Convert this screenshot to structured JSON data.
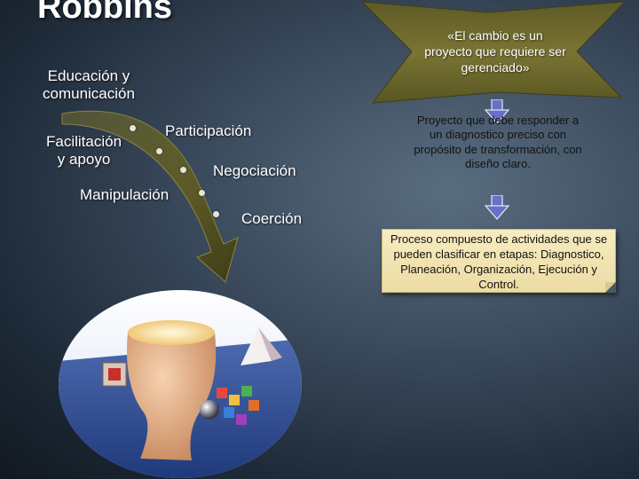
{
  "title": "Robbins",
  "strategies": {
    "education": "Educación y comunicación",
    "facilitation": "Facilitación y apoyo",
    "participation": "Participación",
    "negotiation": "Negociación",
    "manipulation": "Manipulación",
    "coercion": "Coerción"
  },
  "callout": {
    "quote": "«El cambio es un proyecto que requiere ser gerenciado»",
    "project_note": "Proyecto que debe responder a un diagnostico preciso con propósito de transformación, con diseño claro.",
    "process_note": "Proceso compuesto de actividades que se pueden clasificar en etapas: Diagnostico, Planeación, Organización, Ejecución y Control."
  },
  "colors": {
    "background": "#2f3e4f",
    "arrow": "#5c5a26",
    "badge": "#6f6a2e",
    "scroll": "#f2e4b2",
    "down_arrow": "#6a70c8"
  },
  "icons": {
    "curved_arrow": "curved-arrow-icon",
    "badge": "star-burst-badge-icon",
    "down_arrow": "down-arrow-icon"
  }
}
